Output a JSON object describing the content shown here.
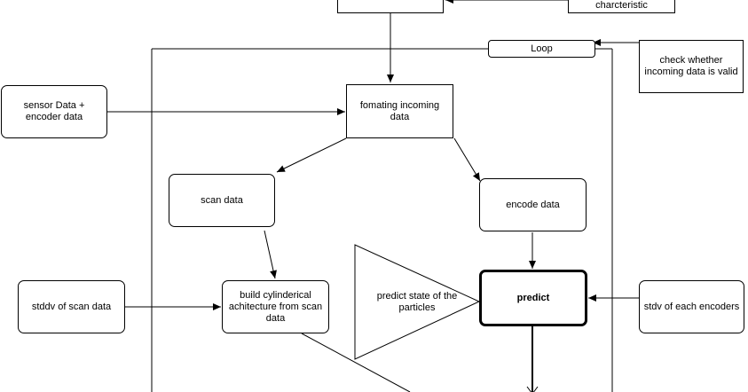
{
  "diagram": {
    "nodes": {
      "top_box": "",
      "charcteristic": "charcteristic",
      "loop": "Loop",
      "check_valid": "check whether incoming data is valid",
      "sensor_data": "sensor Data + encoder data",
      "formating": "fomating incoming data",
      "scan_data": "scan data",
      "encode_data": "encode data",
      "stddv_scan": "stddv of scan data",
      "build_cyl": "build cylinderical achitecture from scan data",
      "predict_state": "predict state of the particles",
      "predict": "predict",
      "stdv_encoders": "stdv of each encoders"
    }
  }
}
